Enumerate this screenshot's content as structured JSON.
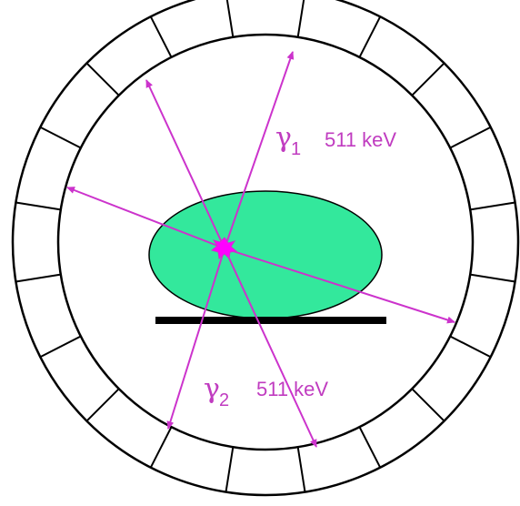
{
  "labels": {
    "gamma1": {
      "symbol": "γ",
      "subscript": "1",
      "energy": "511 keV"
    },
    "gamma2": {
      "symbol": "γ",
      "subscript": "2",
      "energy": "511 keV"
    }
  },
  "detector_ring": {
    "segment_count": 20
  },
  "colors": {
    "ring_stroke": "#000000",
    "body_fill": "#33e89c",
    "body_stroke": "#000000",
    "gamma_line": "#cc33cc",
    "annihilation_point": "#ff00ff",
    "bed": "#000000",
    "background": "#ffffff"
  }
}
